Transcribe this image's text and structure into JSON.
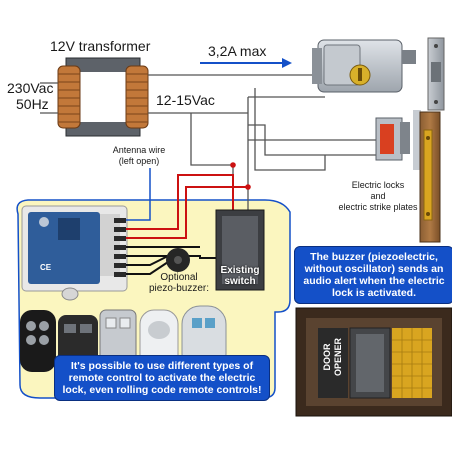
{
  "labels": {
    "transformer": "12V transformer",
    "current_max": "3,2A max",
    "mains_voltage": "230Vac",
    "mains_freq": "50Hz",
    "secondary_voltage": "12-15Vac",
    "antenna_line1": "Antenna wire",
    "antenna_line2": "(left open)",
    "locks_line1": "Electric locks",
    "locks_line2": "and",
    "locks_line3": "electric strike plates",
    "buzzer_line1": "Optional",
    "buzzer_line2": "piezo-buzzer:",
    "switch_line1": "Existing",
    "switch_line2": "switch",
    "door_opener_line1": "DOOR",
    "door_opener_line2": "OPENER"
  },
  "notes": {
    "buzzer_note": "The buzzer (piezoelectric, without oscillator) sends an audio alert when the electric lock is activated.",
    "remote_note": "It's possible to use different types of remote control to activate the electric lock, even rolling code remote controls!"
  },
  "colors": {
    "wire_grey": "#555555",
    "wire_red": "#cc1111",
    "wire_black": "#111111",
    "arrow_blue": "#1450c8",
    "panel_blue": "#1450c8",
    "panel_border": "#0a2f80",
    "highlight_yellow": "#fbf6bf",
    "lock_body": "#b9bfc6",
    "plate_wood": "#6b4a2a",
    "plate_gold": "#d9a520"
  }
}
